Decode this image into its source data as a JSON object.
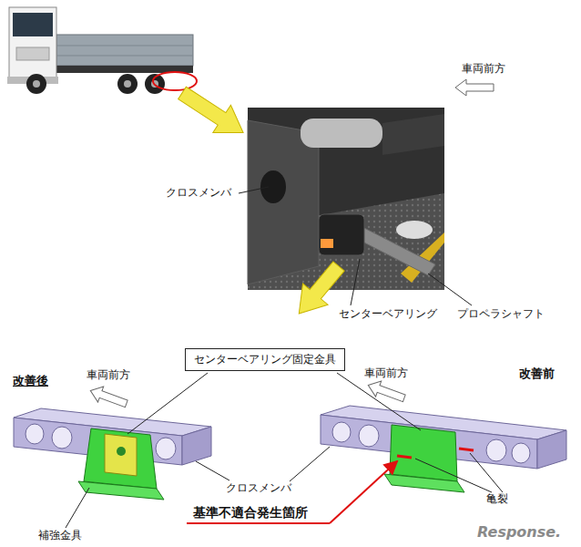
{
  "diagram": {
    "nodes": [
      {
        "text": [
          "センターベアリング固定金具"
        ]
      }
    ],
    "labels": [
      "車両前方",
      "クロスメンバ",
      "センターベアリング",
      "プロペラシャフト",
      "改善後",
      "車両前方",
      "車両前方",
      "改善前",
      "クロスメンバ",
      "補強金具",
      "基準不適合発生箇所",
      "亀裂",
      "Response."
    ]
  }
}
